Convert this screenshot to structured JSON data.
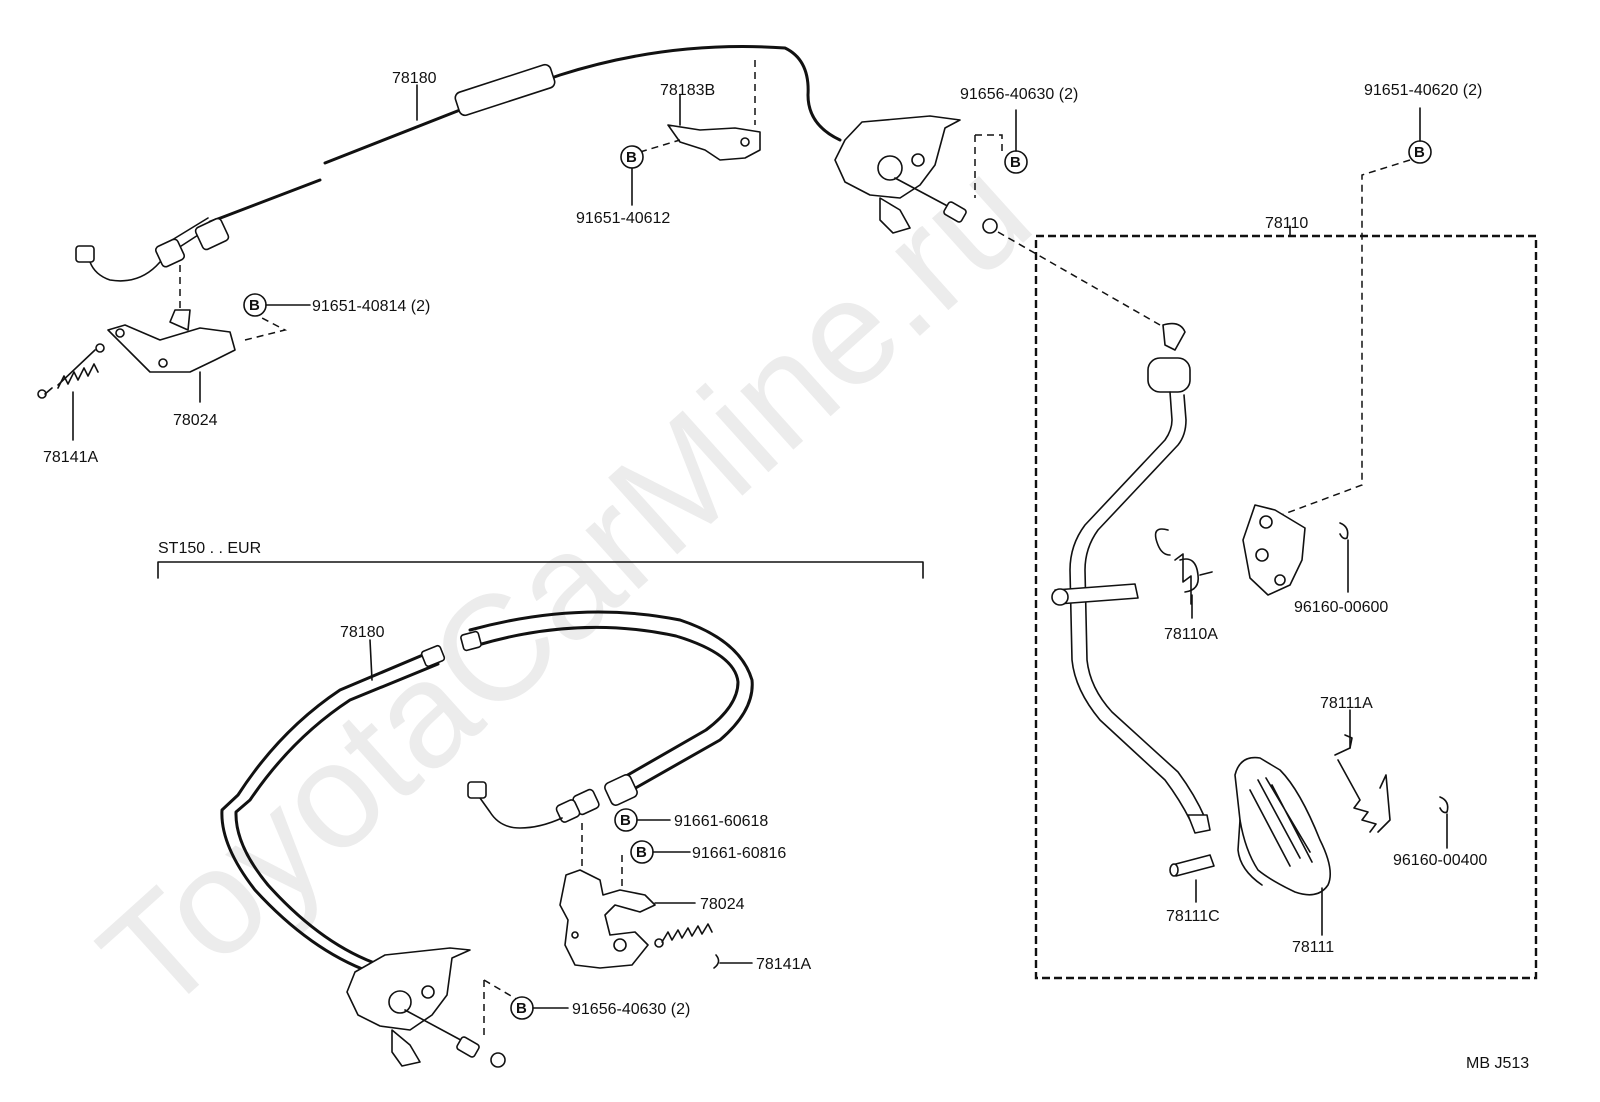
{
  "watermark": "ToyotaCarMine.ru",
  "section_label": "ST150 . . EUR",
  "footer_code": "MB J513",
  "bolt_badge": "B",
  "labels": {
    "cable_top": "78180",
    "bracket_78183b": "78183B",
    "bolt_91656_top": "91656-40630 (2)",
    "bolt_91651_40620": "91651-40620 (2)",
    "bolt_91651_40612": "91651-40612",
    "pedal_assy": "78110",
    "bolt_91651_40814": "91651-40814 (2)",
    "bracket_78024_top": "78024",
    "spring_78141a_top": "78141A",
    "spring_78110a": "78110A",
    "ring_96160_00600": "96160-00600",
    "spring_78111a": "78111A",
    "ring_96160_00400": "96160-00400",
    "pin_78111c": "78111C",
    "pad_78111": "78111",
    "cable_bottom": "78180",
    "bolt_91661_60618": "91661-60618",
    "bolt_91661_60816": "91661-60816",
    "bracket_78024_bottom": "78024",
    "spring_78141a_bottom": "78141A",
    "bolt_91656_bottom": "91656-40630 (2)"
  }
}
